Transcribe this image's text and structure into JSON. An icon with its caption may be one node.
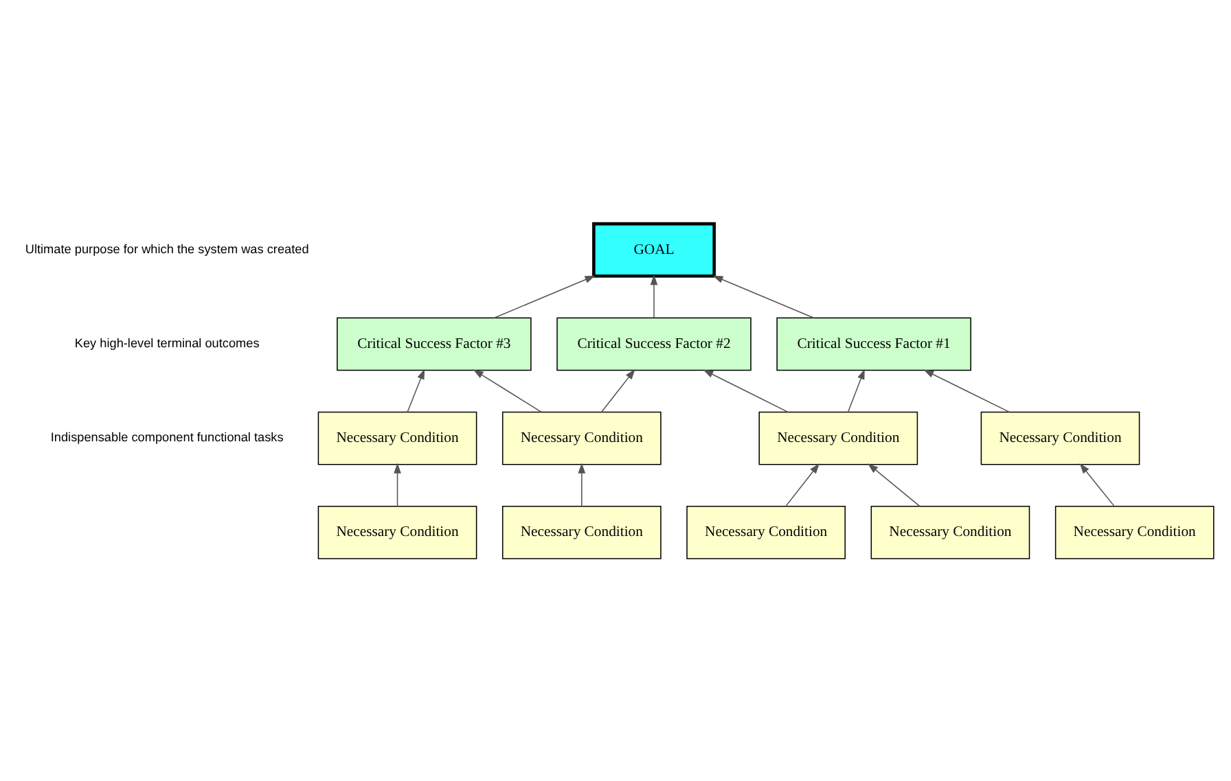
{
  "diagram": {
    "nodes": [
      {
        "text": [
          "GOAL"
        ]
      },
      {
        "text": [
          "Critical Success Factor #1"
        ]
      },
      {
        "text": [
          "Critical Success Factor #2"
        ]
      },
      {
        "text": [
          "Critical Success Factor #3"
        ]
      },
      {
        "text": [
          "Necessary Condition"
        ]
      },
      {
        "text": [
          "Necessary Condition"
        ]
      },
      {
        "text": [
          "Necessary Condition"
        ]
      },
      {
        "text": [
          "Necessary Condition"
        ]
      },
      {
        "text": [
          "Necessary Condition"
        ]
      },
      {
        "text": [
          "Necessary Condition"
        ]
      },
      {
        "text": [
          "Necessary Condition"
        ]
      },
      {
        "text": [
          "Necessary Condition"
        ]
      },
      {
        "text": [
          "Necessary Condition"
        ]
      }
    ],
    "edges": [
      {
        "from": 1,
        "to": 0,
        "arrow": "to"
      },
      {
        "from": 2,
        "to": 0,
        "arrow": "to"
      },
      {
        "from": 3,
        "to": 0,
        "arrow": "to"
      },
      {
        "from": 4,
        "to": 1,
        "arrow": "to"
      },
      {
        "from": 5,
        "to": 1,
        "arrow": "to"
      },
      {
        "from": 5,
        "to": 2,
        "arrow": "to"
      },
      {
        "from": 6,
        "to": 2,
        "arrow": "to"
      },
      {
        "from": 6,
        "to": 3,
        "arrow": "to"
      },
      {
        "from": 7,
        "to": 3,
        "arrow": "to"
      },
      {
        "from": 8,
        "to": 4,
        "arrow": "to"
      },
      {
        "from": 9,
        "to": 5,
        "arrow": "to"
      },
      {
        "from": 10,
        "to": 5,
        "arrow": "to"
      },
      {
        "from": 11,
        "to": 6,
        "arrow": "to"
      },
      {
        "from": 12,
        "to": 7,
        "arrow": "to"
      }
    ],
    "labels": [
      "Ultimate purpose for which the system was created",
      "Key high-level terminal outcomes",
      "Indispensable component functional tasks"
    ]
  }
}
